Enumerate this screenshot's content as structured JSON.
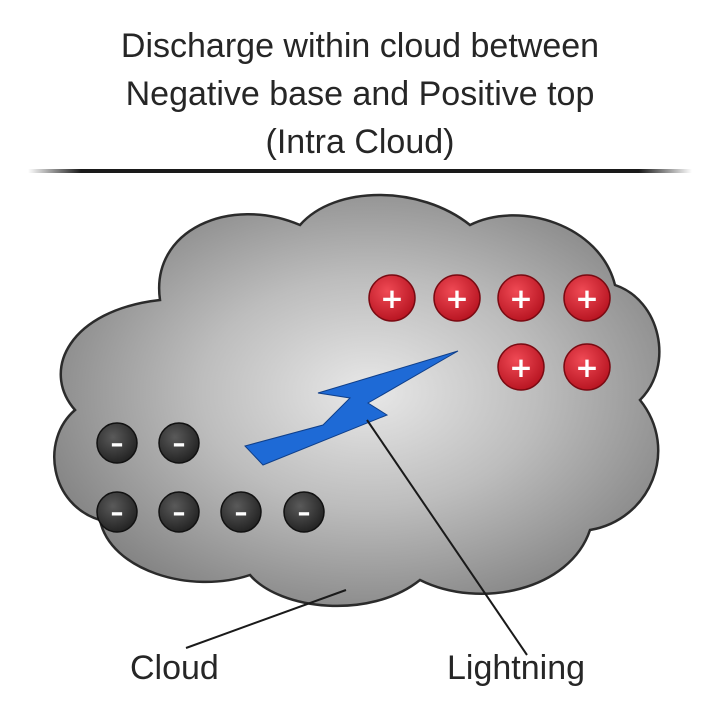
{
  "title": {
    "lines": [
      "Discharge within cloud between",
      "Negative base and Positive top",
      "(Intra Cloud)"
    ]
  },
  "labels": {
    "cloud": "Cloud",
    "lightning": "Lightning"
  },
  "charges": {
    "positive_symbol": "+",
    "negative_symbol": "–",
    "positive_count": 6,
    "negative_count": 6
  },
  "colors": {
    "positive": "#d8202e",
    "negative": "#3a3a3a",
    "lightning": "#1e6ad6",
    "cloud_light": "#e6e6e6",
    "cloud_dark": "#7d7d7d"
  }
}
